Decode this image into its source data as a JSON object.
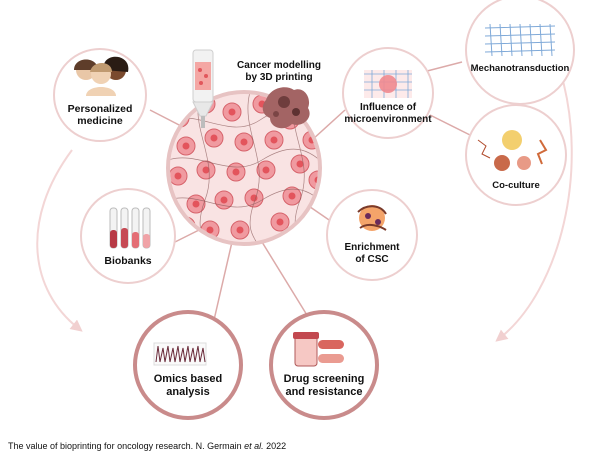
{
  "center": {
    "title_line1": "Cancer modelling",
    "title_line2": "by 3D printing"
  },
  "nodes": [
    {
      "id": "personalized-medicine",
      "line1": "Personalized",
      "line2": "medicine"
    },
    {
      "id": "influence-microenvironment",
      "line1": "Influence of",
      "line2": "microenvironment"
    },
    {
      "id": "mechanotransduction",
      "line1": "Mechanotransduction",
      "line2": ""
    },
    {
      "id": "co-culture",
      "line1": "Co-culture",
      "line2": ""
    },
    {
      "id": "biobanks",
      "line1": "Biobanks",
      "line2": ""
    },
    {
      "id": "enrichment-csc",
      "line1": "Enrichment",
      "line2": "of CSC"
    },
    {
      "id": "omics-analysis",
      "line1": "Omics based",
      "line2": "analysis"
    },
    {
      "id": "drug-screening",
      "line1": "Drug screening",
      "line2": "and resistance"
    }
  ],
  "caption": {
    "text_before": "The value of bioprinting for oncology research. N. Germain ",
    "italic": "et al.",
    "text_after": " 2022"
  },
  "colors": {
    "ring": "#e7c3c3",
    "ring_dark": "#c98b8b",
    "cell": "#ef8a8f",
    "arrow": "#f1d0d0",
    "line": "#dcaaa9"
  }
}
